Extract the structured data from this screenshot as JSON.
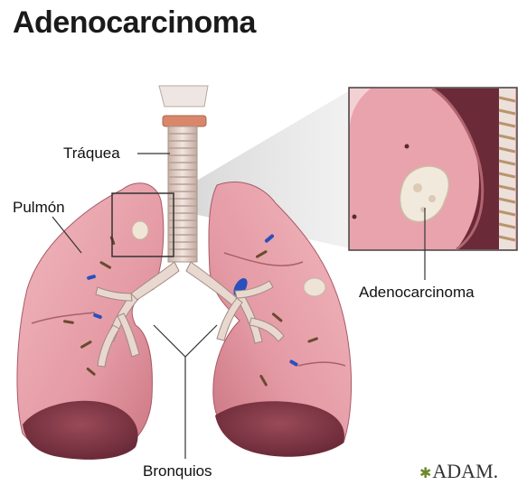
{
  "title": "Adenocarcinoma",
  "labels": {
    "trachea": "Tráquea",
    "lung": "Pulmón",
    "adenocarcinoma": "Adenocarcinoma",
    "bronchi": "Bronquios"
  },
  "logo": {
    "star": "✱",
    "text": "ADAM."
  },
  "colors": {
    "lung_fill": "#e8a0a8",
    "lung_dark": "#8a4a55",
    "trachea": "#e6d4cc",
    "tumor": "#efe6d6",
    "vessel_blue": "#2a4fbf",
    "vessel_brown": "#6a4a2e"
  }
}
